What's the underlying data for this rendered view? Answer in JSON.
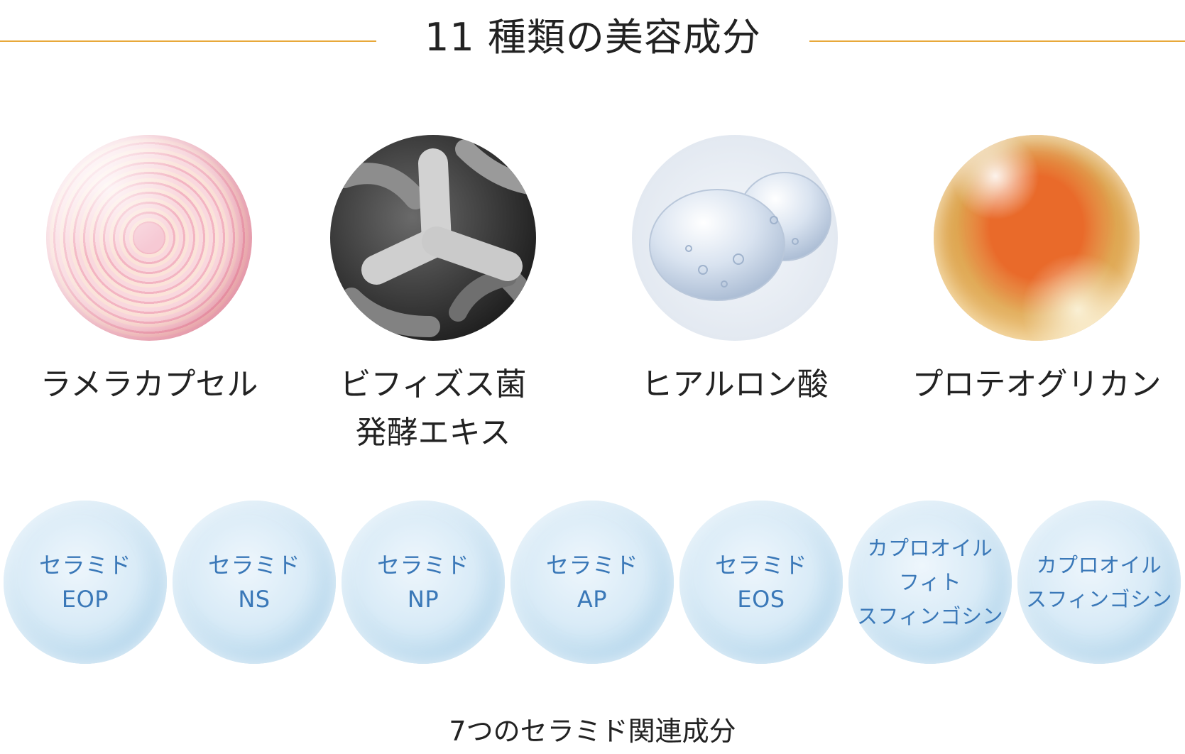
{
  "header": {
    "title": "11 種類の美容成分"
  },
  "ingredients": [
    {
      "name": "ラメラカプセル"
    },
    {
      "name": "ビフィズス菌\n発酵エキス"
    },
    {
      "name": "ヒアルロン酸"
    },
    {
      "name": "プロテオグリカン"
    }
  ],
  "ceramides": [
    {
      "label": "セラミド\nEOP"
    },
    {
      "label": "セラミド\nNS"
    },
    {
      "label": "セラミド\nNP"
    },
    {
      "label": "セラミド\nAP"
    },
    {
      "label": "セラミド\nEOS"
    },
    {
      "label": "カプロオイル\nフィト\nスフィンゴシン"
    },
    {
      "label": "カプロオイル\nスフィンゴシン"
    }
  ],
  "footer": {
    "caption": "7つのセラミド関連成分"
  },
  "colors": {
    "accent_rule": "#e8a83a",
    "bubble_text": "#3a78b8"
  }
}
